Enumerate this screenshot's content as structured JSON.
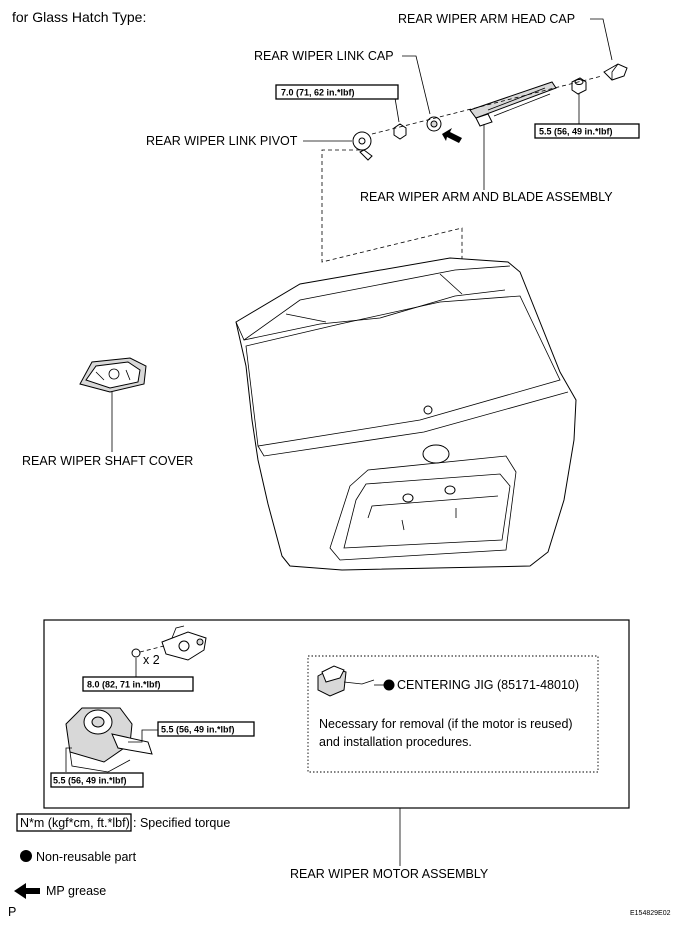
{
  "heading": "for Glass Hatch Type:",
  "labels": {
    "arm_head_cap": "REAR WIPER ARM HEAD CAP",
    "link_cap": "REAR WIPER LINK CAP",
    "link_pivot": "REAR WIPER LINK PIVOT",
    "arm_blade": "REAR WIPER ARM AND BLADE ASSEMBLY",
    "shaft_cover": "REAR WIPER SHAFT COVER",
    "motor": "REAR WIPER MOTOR ASSEMBLY"
  },
  "torques": {
    "pivot_nut": "7.0 (71, 62 in.*lbf)",
    "arm_nut": "5.5 (56, 49 in.*lbf)",
    "link_bolt": "8.0 (82, 71 in.*lbf)",
    "motor_bolt_a": "5.5 (56, 49 in.*lbf)",
    "motor_bolt_b": "5.5 (56, 49 in.*lbf)"
  },
  "detail": {
    "qty": "x 2",
    "jig_label": "CENTERING JIG (85171-48010)",
    "jig_note_1": "Necessary for removal (if the motor is reused)",
    "jig_note_2": "and installation procedures."
  },
  "legend": {
    "torque_box": "N*m (kgf*cm, ft.*lbf)",
    "torque_text": ": Specified torque",
    "non_reusable": "Non-reusable part",
    "grease": "MP grease"
  },
  "footer": {
    "page_letter": "P",
    "figure_code": "E154829E02"
  },
  "colors": {
    "line": "#000000",
    "shade": "#d8d8d8",
    "background": "#ffffff"
  }
}
